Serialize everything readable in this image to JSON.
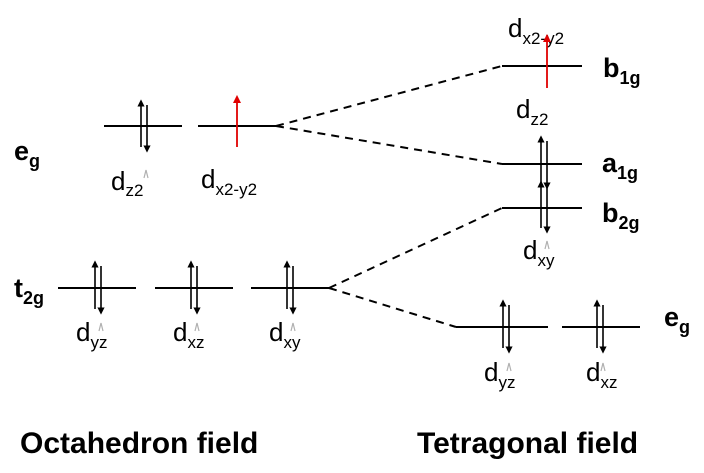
{
  "octahedral": {
    "caption": "Octahedron field",
    "eg_symbol": {
      "main": "e",
      "sub": "g"
    },
    "t2g_symbol": {
      "main": "t",
      "sub": "2g"
    },
    "orbitals": {
      "dz2": {
        "main": "d",
        "sub": "z2",
        "electrons": "paired"
      },
      "dx2y2": {
        "main": "d",
        "sub": "x2-y2",
        "electrons": "single-up"
      },
      "dyz": {
        "main": "d",
        "sub": "yz",
        "electrons": "paired"
      },
      "dxz": {
        "main": "d",
        "sub": "xz",
        "electrons": "paired"
      },
      "dxy": {
        "main": "d",
        "sub": "xy",
        "electrons": "paired"
      }
    }
  },
  "tetragonal": {
    "caption": "Tetragonal field",
    "b1g_symbol": {
      "main": "b",
      "sub": "1g"
    },
    "a1g_symbol": {
      "main": "a",
      "sub": "1g"
    },
    "b2g_symbol": {
      "main": "b",
      "sub": "2g"
    },
    "eg_symbol": {
      "main": "e",
      "sub": "g"
    },
    "orbitals": {
      "dx2y2": {
        "main": "d",
        "sub": "x2-y2",
        "electrons": "single-up"
      },
      "dz2": {
        "main": "d",
        "sub": "z2",
        "electrons": "paired"
      },
      "dxy": {
        "main": "d",
        "sub": "xy",
        "electrons": "paired"
      },
      "dyz": {
        "main": "d",
        "sub": "yz",
        "electrons": "paired"
      },
      "dxz": {
        "main": "d",
        "sub": "xz",
        "electrons": "paired"
      }
    }
  },
  "colors": {
    "line": "#000000",
    "unpaired_electron": "#e00000",
    "small_mark": "#b0b0b0"
  }
}
